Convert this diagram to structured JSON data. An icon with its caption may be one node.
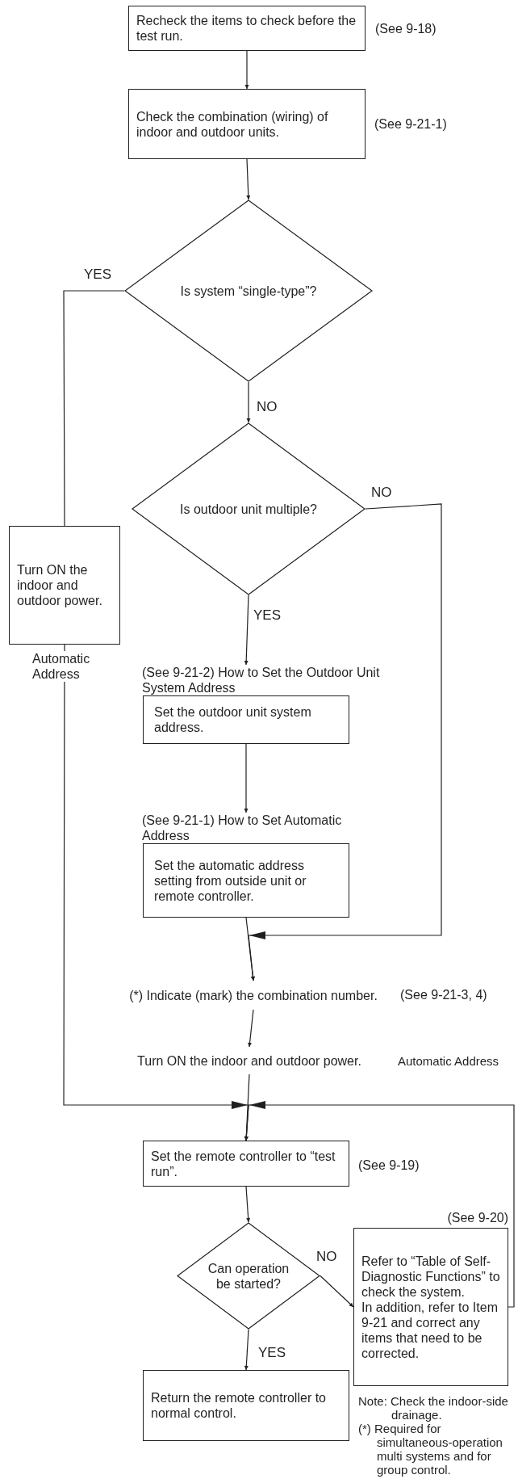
{
  "diagram": {
    "nodes": [
      {
        "text": [
          "Recheck the items to check before the test run."
        ],
        "beside": [
          "(See 9-18)"
        ]
      },
      {
        "text": [
          "Check the combination (wiring) of indoor and outdoor units."
        ],
        "beside": [
          "(See 9-21-1)"
        ]
      },
      {
        "text": [
          "Is system “single-type”?"
        ]
      },
      {
        "text": [
          "Is outdoor unit multiple?"
        ]
      },
      {
        "text": [
          "Turn ON the indoor and outdoor power."
        ],
        "beside": [
          "Automatic Address"
        ]
      },
      {
        "text": [
          "(See 9-21-2) How to Set the Outdoor Unit System Address",
          "Set the outdoor unit system address."
        ]
      },
      {
        "text": [
          "(See 9-21-1) How to Set Automatic Address",
          "Set the automatic address setting from outside unit or remote controller."
        ]
      },
      {
        "text": [
          "(*) Indicate (mark) the combination number."
        ],
        "beside": [
          "(See 9-21-3, 4)"
        ]
      },
      {
        "text": [
          "Turn ON the indoor and outdoor power."
        ],
        "beside": [
          "Automatic Address"
        ]
      },
      {
        "text": [
          "Set the remote controller to “test run”."
        ],
        "beside": [
          "(See 9-19)"
        ]
      },
      {
        "text": [
          "Can operation be started?"
        ]
      },
      {
        "text": [
          "Refer to “Table of Self-Diagnostic Functions” to check the system.",
          "In addition, refer to Item 9-21 and correct any items that need to be corrected."
        ],
        "beside": [
          "(See 9-20)"
        ]
      },
      {
        "text": [
          "Return the remote controller to normal control."
        ]
      }
    ],
    "edges": [
      {
        "from": 0,
        "to": 1,
        "arrow": "to"
      },
      {
        "from": 1,
        "to": 2,
        "arrow": "to"
      },
      {
        "from": 2,
        "to": 4,
        "arrow": "none",
        "label": "YES"
      },
      {
        "from": 2,
        "to": 3,
        "arrow": "to",
        "label": "NO"
      },
      {
        "from": 3,
        "to": 5,
        "arrow": "to",
        "label": "YES"
      },
      {
        "from": 3,
        "to": 7,
        "arrow": "to",
        "label": "NO"
      },
      {
        "from": 5,
        "to": 6,
        "arrow": "to"
      },
      {
        "from": 6,
        "to": 7,
        "arrow": "to"
      },
      {
        "from": 7,
        "to": 8,
        "arrow": "to"
      },
      {
        "from": 4,
        "to": 9,
        "arrow": "to"
      },
      {
        "from": 8,
        "to": 9,
        "arrow": "to"
      },
      {
        "from": 9,
        "to": 10,
        "arrow": "to"
      },
      {
        "from": 10,
        "to": 11,
        "arrow": "to",
        "label": "NO"
      },
      {
        "from": 10,
        "to": 12,
        "arrow": "to",
        "label": "YES"
      },
      {
        "from": 11,
        "to": 9,
        "arrow": "to"
      }
    ],
    "labels": [
      "Note: Check the indoor-side drainage.",
      "(*) Required for simultaneous-operation multi systems and for group control."
    ]
  }
}
